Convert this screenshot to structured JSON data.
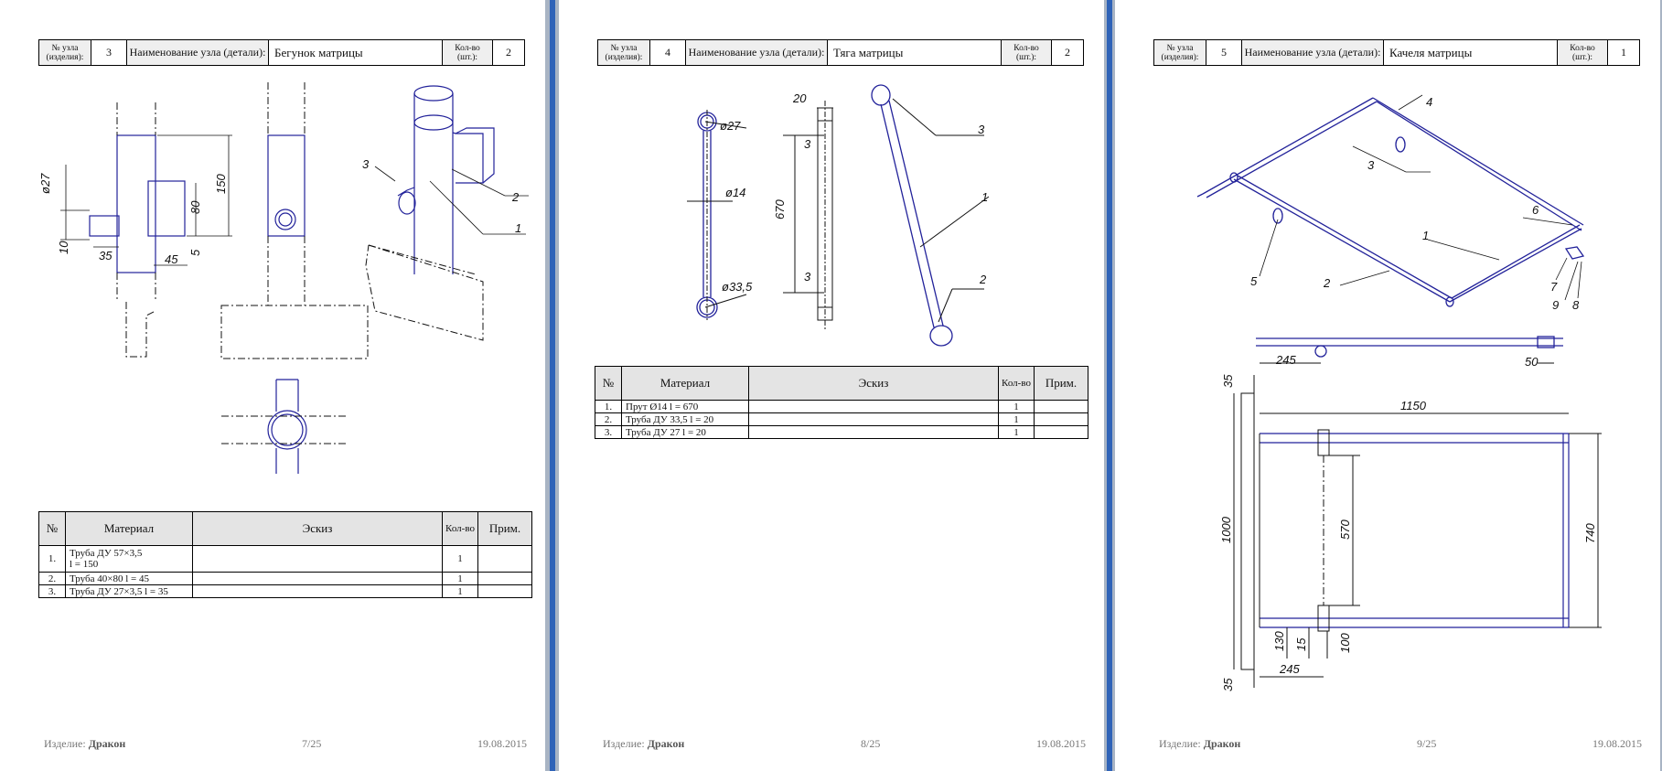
{
  "pages": [
    {
      "header": {
        "node_no_label": "№ узла (изделия):",
        "node_no": "3",
        "name_label": "Наименование узла (детали):",
        "name": "Бегунок матрицы",
        "qty_label": "Кол-во (шт.):",
        "qty": "2"
      },
      "drawing": {
        "dims": [
          "ø27",
          "10",
          "35",
          "45",
          "80",
          "5",
          "150"
        ],
        "callouts": [
          "3",
          "2",
          "1"
        ]
      },
      "table": {
        "headers": {
          "no": "№",
          "material": "Материал",
          "sketch": "Эскиз",
          "qty": "Кол-во",
          "note": "Прим."
        },
        "rows": [
          {
            "no": "1.",
            "material": "Труба ДУ 57×3,5",
            "material2": "l = 150",
            "qty": "1"
          },
          {
            "no": "2.",
            "material": "Труба 40×80 l = 45",
            "qty": "1"
          },
          {
            "no": "3.",
            "material": "Труба ДУ 27×3,5 l = 35",
            "qty": "1"
          }
        ]
      },
      "footer": {
        "label": "Изделие:",
        "product": "Дракон",
        "page": "7/25",
        "date": "19.08.2015"
      }
    },
    {
      "header": {
        "node_no_label": "№ узла (изделия):",
        "node_no": "4",
        "name_label": "Наименование узла (детали):",
        "name": "Тяга матрицы",
        "qty_label": "Кол-во (шт.):",
        "qty": "2"
      },
      "drawing": {
        "dims": [
          "ø27",
          "ø14",
          "ø33,5",
          "20",
          "3",
          "670",
          "3"
        ],
        "callouts": [
          "3",
          "1",
          "2"
        ]
      },
      "table": {
        "headers": {
          "no": "№",
          "material": "Материал",
          "sketch": "Эскиз",
          "qty": "Кол-во",
          "note": "Прим."
        },
        "rows": [
          {
            "no": "1.",
            "material": "Прут Ø14   l = 670",
            "qty": "1"
          },
          {
            "no": "2.",
            "material": "Труба ДУ 33,5 l = 20",
            "qty": "1"
          },
          {
            "no": "3.",
            "material": "Труба ДУ 27 l = 20",
            "qty": "1"
          }
        ]
      },
      "footer": {
        "label": "Изделие:",
        "product": "Дракон",
        "page": "8/25",
        "date": "19.08.2015"
      }
    },
    {
      "header": {
        "node_no_label": "№ узла (изделия):",
        "node_no": "5",
        "name_label": "Наименование узла (детали):",
        "name": "Качеля матрицы",
        "qty_label": "Кол-во (шт.):",
        "qty": "1"
      },
      "drawing": {
        "dims": [
          "245",
          "50",
          "35",
          "1150",
          "1000",
          "570",
          "740",
          "130",
          "15",
          "100",
          "245",
          "35"
        ],
        "callouts": [
          "4",
          "3",
          "6",
          "1",
          "5",
          "2",
          "7",
          "9",
          "8"
        ]
      },
      "footer": {
        "label": "Изделие:",
        "product": "Дракон",
        "page": "9/25",
        "date": "19.08.2015"
      }
    }
  ]
}
